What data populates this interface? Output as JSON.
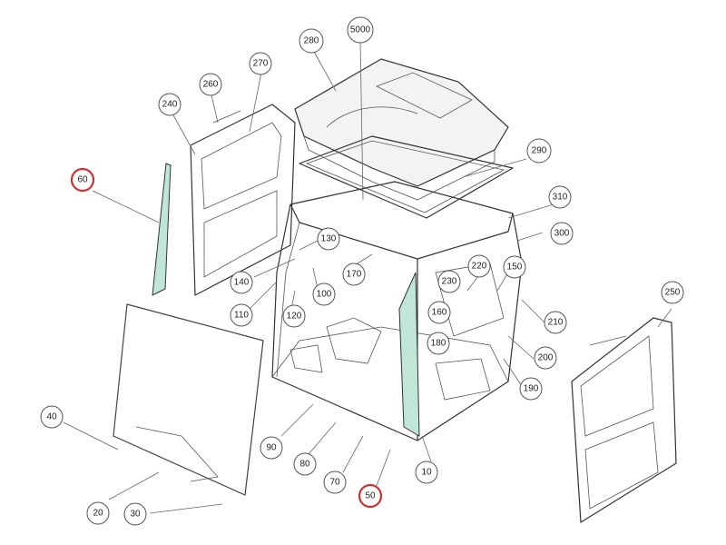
{
  "diagram": {
    "accent_color": "#d62d2d",
    "glass_color": "#bfe6d6",
    "callouts": [
      {
        "label": "5000",
        "highlight": false
      },
      {
        "label": "280",
        "highlight": false
      },
      {
        "label": "270",
        "highlight": false
      },
      {
        "label": "260",
        "highlight": false
      },
      {
        "label": "240",
        "highlight": false
      },
      {
        "label": "60",
        "highlight": true
      },
      {
        "label": "290",
        "highlight": false
      },
      {
        "label": "310",
        "highlight": false
      },
      {
        "label": "300",
        "highlight": false
      },
      {
        "label": "130",
        "highlight": false
      },
      {
        "label": "140",
        "highlight": false
      },
      {
        "label": "170",
        "highlight": false
      },
      {
        "label": "100",
        "highlight": false
      },
      {
        "label": "110",
        "highlight": false
      },
      {
        "label": "120",
        "highlight": false
      },
      {
        "label": "220",
        "highlight": false
      },
      {
        "label": "150",
        "highlight": false
      },
      {
        "label": "230",
        "highlight": false
      },
      {
        "label": "160",
        "highlight": false
      },
      {
        "label": "180",
        "highlight": false
      },
      {
        "label": "210",
        "highlight": false
      },
      {
        "label": "200",
        "highlight": false
      },
      {
        "label": "190",
        "highlight": false
      },
      {
        "label": "250",
        "highlight": false
      },
      {
        "label": "40",
        "highlight": false
      },
      {
        "label": "90",
        "highlight": false
      },
      {
        "label": "80",
        "highlight": false
      },
      {
        "label": "70",
        "highlight": false
      },
      {
        "label": "10",
        "highlight": false
      },
      {
        "label": "50",
        "highlight": true
      },
      {
        "label": "20",
        "highlight": false
      },
      {
        "label": "30",
        "highlight": false
      }
    ]
  }
}
